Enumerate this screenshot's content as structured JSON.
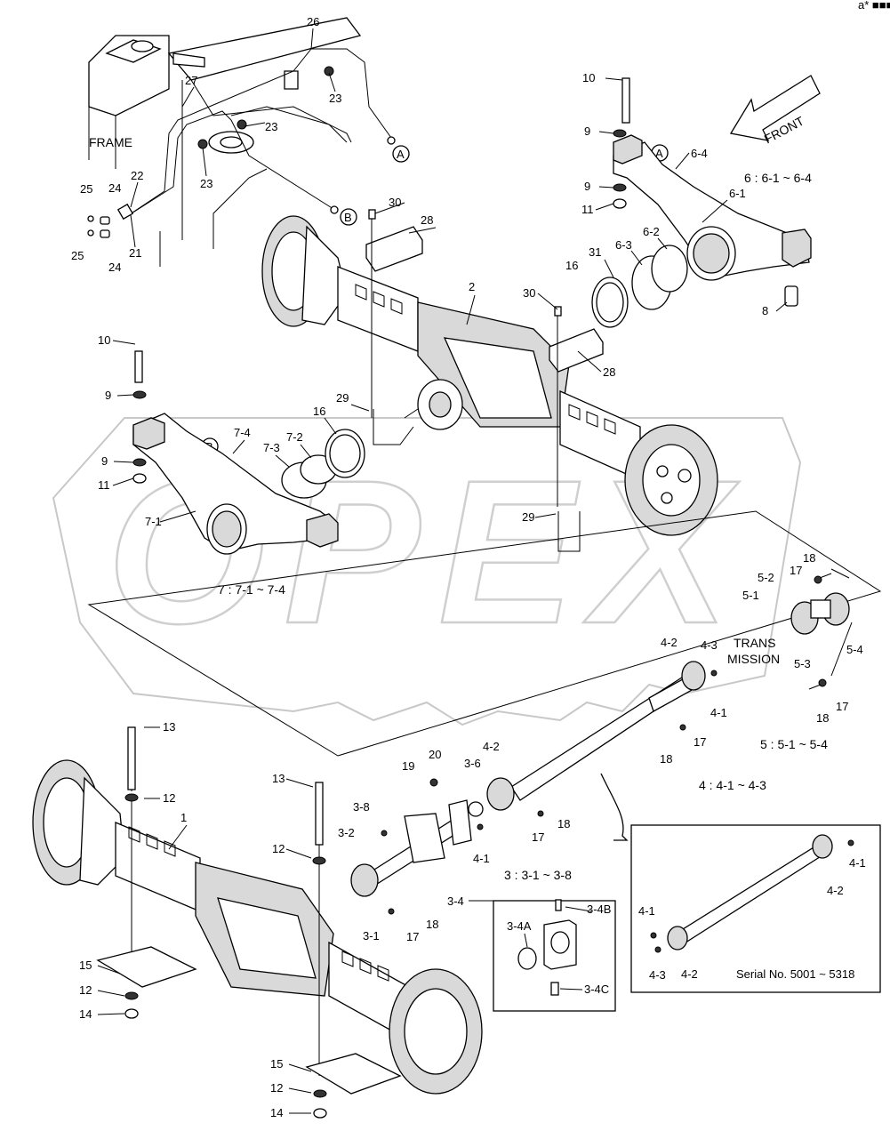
{
  "watermark": "OPEX",
  "corner_mark": "a* ■■■",
  "front_arrow_label": "FRONT",
  "frame_label": "FRAME",
  "connector_labels": [
    "A",
    "B"
  ],
  "group_notes": {
    "g6": "6 : 6-1 ~ 6-4",
    "g7": "7 : 7-1 ~ 7-4",
    "g5": "5 : 5-1 ~ 5-4",
    "g4": "4 : 4-1 ~ 4-3",
    "g3": "3 : 3-1 ~ 3-8"
  },
  "transmission_label": [
    "TRANS",
    "MISSION"
  ],
  "inset_serial": "Serial No. 5001 ~ 5318",
  "part_labels": [
    "26",
    "27",
    "23",
    "23",
    "23",
    "22",
    "24",
    "24",
    "25",
    "25",
    "21",
    "10",
    "9",
    "9",
    "11",
    "6-4",
    "6-1",
    "6-2",
    "6-3",
    "31",
    "16",
    "8",
    "30",
    "28",
    "2",
    "30",
    "28",
    "10",
    "9",
    "7-4",
    "9",
    "11",
    "7-3",
    "7-2",
    "16",
    "29",
    "29",
    "7-1",
    "18",
    "17",
    "5-2",
    "5-1",
    "5-3",
    "5-4",
    "17",
    "18",
    "4-2",
    "4-3",
    "4-1",
    "17",
    "18",
    "13",
    "12",
    "1",
    "13",
    "12",
    "19",
    "20",
    "3-6",
    "4-2",
    "3-8",
    "3-2",
    "4-1",
    "17",
    "18",
    "3-1",
    "17",
    "18",
    "3-4",
    "3-4B",
    "3-4A",
    "3-4C",
    "15",
    "12",
    "14",
    "15",
    "12",
    "14",
    "4-1",
    "4-2",
    "4-1",
    "4-3",
    "4-2"
  ]
}
